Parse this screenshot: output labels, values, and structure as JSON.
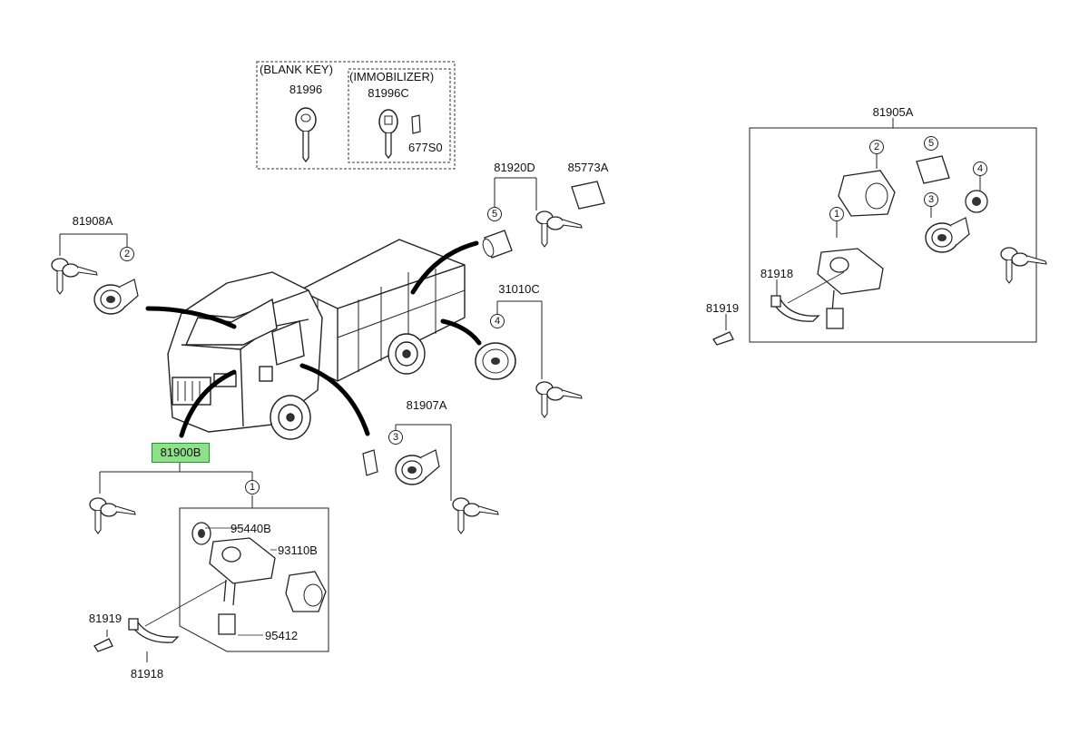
{
  "top_group": {
    "blank_key_title": "(BLANK KEY)",
    "blank_key_part": "81996",
    "immobilizer_title": "(IMMOBILIZER)",
    "immobilizer_key_part": "81996C",
    "immobilizer_chip_part": "677S0"
  },
  "parts": {
    "p81908A": "81908A",
    "p81920D": "81920D",
    "p85773A": "85773A",
    "p31010C": "31010C",
    "p81907A": "81907A",
    "p81900B": "81900B",
    "p95440B": "95440B",
    "p93110B": "93110B",
    "p95412": "95412",
    "p81919_left": "81919",
    "p81918_left": "81918",
    "p81905A": "81905A",
    "p81918_right": "81918",
    "p81919_right": "81919"
  },
  "callouts": {
    "n1": "1",
    "n2": "2",
    "n3": "3",
    "n4": "4",
    "n5": "5"
  },
  "colors": {
    "line": "#222222",
    "highlight_fill": "#8fe08a",
    "highlight_border": "#1a9c22"
  }
}
